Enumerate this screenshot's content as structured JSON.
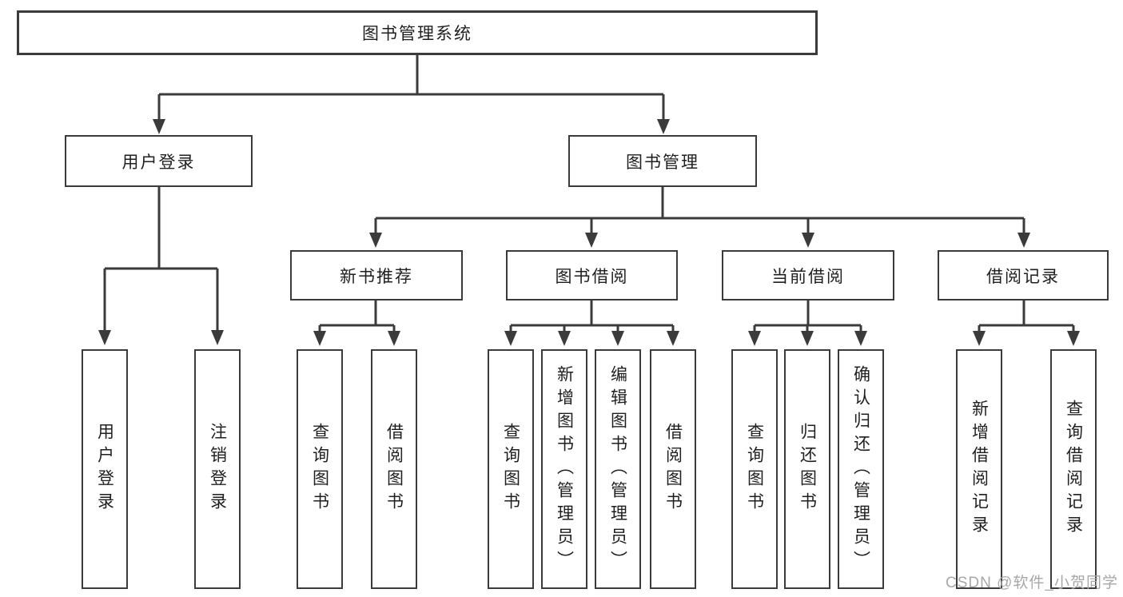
{
  "title": "图书管理系统",
  "tree": {
    "label": "图书管理系统",
    "children": [
      {
        "label": "用户登录",
        "children": [
          {
            "label": "用户登录"
          },
          {
            "label": "注销登录"
          }
        ]
      },
      {
        "label": "图书管理",
        "children": [
          {
            "label": "新书推荐",
            "children": [
              {
                "label": "查询图书"
              },
              {
                "label": "借阅图书"
              }
            ]
          },
          {
            "label": "图书借阅",
            "children": [
              {
                "label": "查询图书"
              },
              {
                "label": "新增图书（管理员）"
              },
              {
                "label": "编辑图书（管理员）"
              },
              {
                "label": "借阅图书"
              }
            ]
          },
          {
            "label": "当前借阅",
            "children": [
              {
                "label": "查询图书"
              },
              {
                "label": "归还图书"
              },
              {
                "label": "确认归还（管理员）"
              }
            ]
          },
          {
            "label": "借阅记录",
            "children": [
              {
                "label": "新增借阅记录"
              },
              {
                "label": "查询借阅记录"
              }
            ]
          }
        ]
      }
    ]
  },
  "watermark": "CSDN @软件_小贺同学",
  "colors": {
    "line": "#3b3b3b",
    "text": "#1f1f1f",
    "watermark": "#a7a7a7",
    "background": "#ffffff"
  }
}
